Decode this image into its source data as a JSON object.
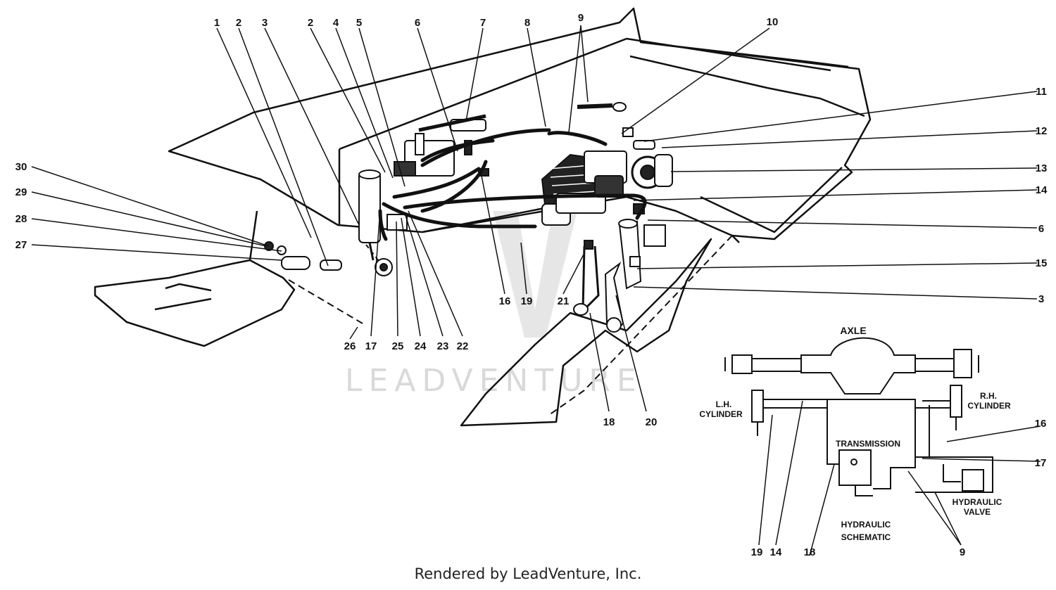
{
  "watermark": {
    "text": "LEADVENTURE"
  },
  "credit": "Rendered by LeadVenture, Inc.",
  "callouts": [
    "1",
    "2",
    "3",
    "2",
    "4",
    "5",
    "6",
    "7",
    "8",
    "9",
    "10",
    "11",
    "12",
    "13",
    "14",
    "6",
    "15",
    "3",
    "30",
    "29",
    "28",
    "27",
    "26",
    "17",
    "25",
    "24",
    "23",
    "22",
    "16",
    "19",
    "21",
    "18",
    "20"
  ],
  "schematic": {
    "axle": "AXLE",
    "lh_cylinder": [
      "L.H.",
      "CYLINDER"
    ],
    "rh_cylinder": [
      "R.H.",
      "CYLINDER"
    ],
    "transmission": "TRANSMISSION",
    "hydraulic_valve": [
      "HYDRAULIC",
      "VALVE"
    ],
    "title": [
      "HYDRAULIC",
      "SCHEMATIC"
    ],
    "callouts": [
      "16",
      "17",
      "19",
      "14",
      "18",
      "9"
    ]
  }
}
